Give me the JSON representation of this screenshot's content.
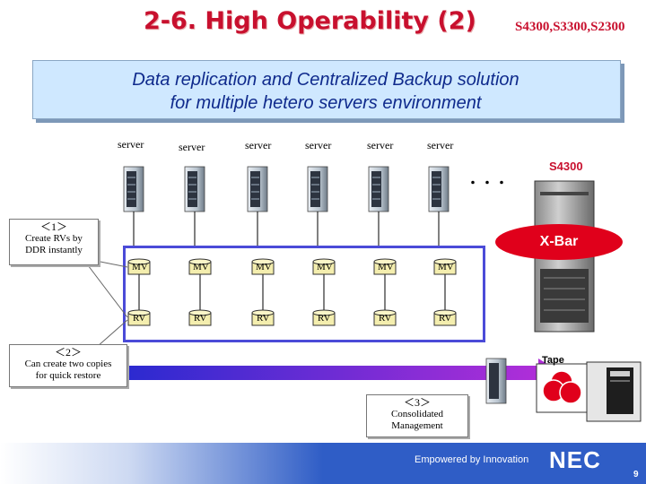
{
  "title": "2-6. High Operability (2)",
  "models": "S4300,S3300,S2300",
  "banner": {
    "line1": "Data replication and Centralized Backup solution",
    "line2": "for multiple hetero servers environment"
  },
  "servers": [
    {
      "label": "server",
      "mv": "MV",
      "rv": "RV"
    },
    {
      "label": "server",
      "mv": "MV",
      "rv": "RV"
    },
    {
      "label": "server",
      "mv": "MV",
      "rv": "RV"
    },
    {
      "label": "server",
      "mv": "MV",
      "rv": "RV"
    },
    {
      "label": "server",
      "mv": "MV",
      "rv": "RV"
    },
    {
      "label": "server",
      "mv": "MV",
      "rv": "RV"
    }
  ],
  "ellipsis": "・・・",
  "storage_label": "S4300",
  "xbar_label": "X-Bar",
  "tape_label": "Tape",
  "callouts": {
    "c1": {
      "num": "＜1＞",
      "line1": "Create RVs by",
      "line2": "DDR instantly"
    },
    "c2": {
      "num": "＜2＞",
      "line1": "Can create two copies",
      "line2": "for quick restore"
    },
    "c3": {
      "num": "＜3＞",
      "line1": "Consolidated",
      "line2": "Management"
    }
  },
  "footer": {
    "tagline": "Empowered by Innovation",
    "brand": "NEC",
    "page": "9"
  },
  "colors": {
    "title": "#c8102e",
    "banner_bg": "#cfe8ff",
    "banner_text": "#0f2a8c",
    "box_border": "#4b4bd8",
    "volume_fill": "#f4eeae",
    "xbar": "#e0001b",
    "arrow": "#9a2bdb",
    "footer": "#2f5dc6"
  }
}
